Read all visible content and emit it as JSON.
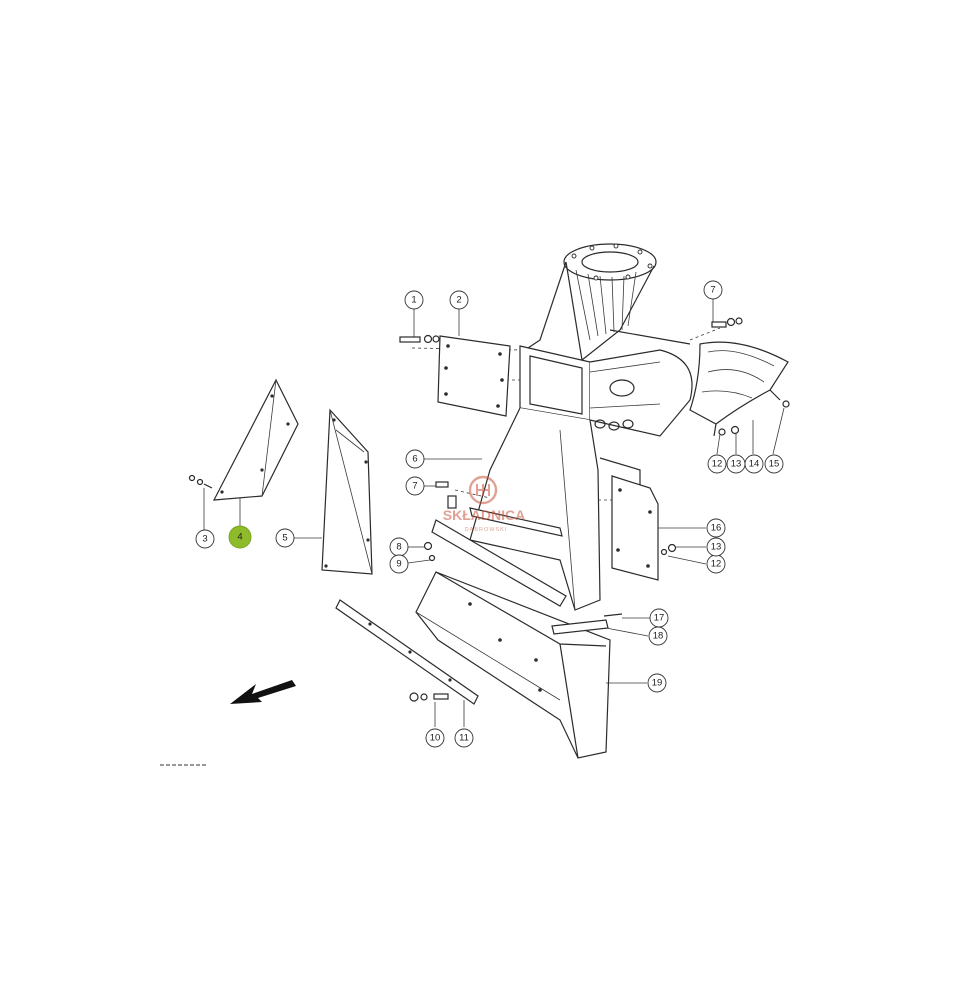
{
  "diagram": {
    "highlight_color": "#8dbb2a",
    "watermark": {
      "brand": "SKŁADNICA",
      "sub": "DĄBROWSKI",
      "color": "#c8553d"
    },
    "callouts": [
      {
        "id": "c1",
        "label": "1"
      },
      {
        "id": "c2",
        "label": "2"
      },
      {
        "id": "c3",
        "label": "3"
      },
      {
        "id": "c4",
        "label": "4",
        "highlighted": true
      },
      {
        "id": "c5",
        "label": "5"
      },
      {
        "id": "c6",
        "label": "6"
      },
      {
        "id": "c7a",
        "label": "7"
      },
      {
        "id": "c7b",
        "label": "7"
      },
      {
        "id": "c8",
        "label": "8"
      },
      {
        "id": "c9",
        "label": "9"
      },
      {
        "id": "c10",
        "label": "10"
      },
      {
        "id": "c11",
        "label": "11"
      },
      {
        "id": "c12a",
        "label": "12"
      },
      {
        "id": "c12b",
        "label": "12"
      },
      {
        "id": "c13a",
        "label": "13"
      },
      {
        "id": "c13b",
        "label": "13"
      },
      {
        "id": "c14",
        "label": "14"
      },
      {
        "id": "c15",
        "label": "15"
      },
      {
        "id": "c16",
        "label": "16"
      },
      {
        "id": "c17",
        "label": "17"
      },
      {
        "id": "c18",
        "label": "18"
      },
      {
        "id": "c19",
        "label": "19"
      }
    ],
    "direction_arrow_icon": "arrow-down-left-icon"
  }
}
